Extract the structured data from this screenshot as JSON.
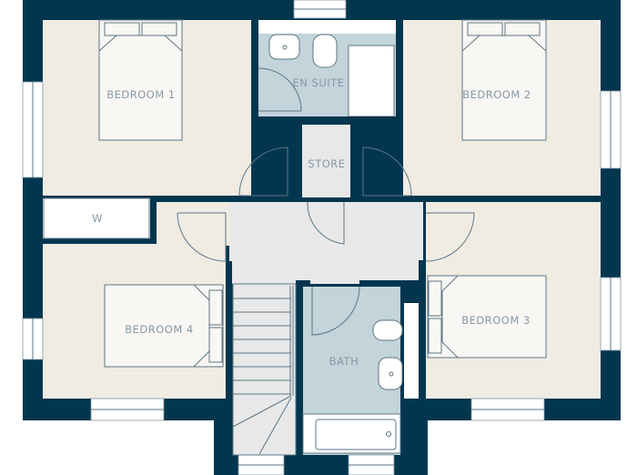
{
  "plan": {
    "rooms": {
      "bedroom1": "BEDROOM 1",
      "en_suite": "EN SUITE",
      "bedroom2": "BEDROOM 2",
      "store": "STORE",
      "wardrobe": "W",
      "bedroom4": "BEDROOM 4",
      "bedroom3": "BEDROOM 3",
      "bath": "BATH"
    },
    "colors": {
      "wall": "#02364f",
      "bedroom_floor": "#f0ece2",
      "wet_room_floor": "#c3d4da",
      "circulation_floor": "#e8e8e8",
      "label": "#8797a6"
    }
  }
}
